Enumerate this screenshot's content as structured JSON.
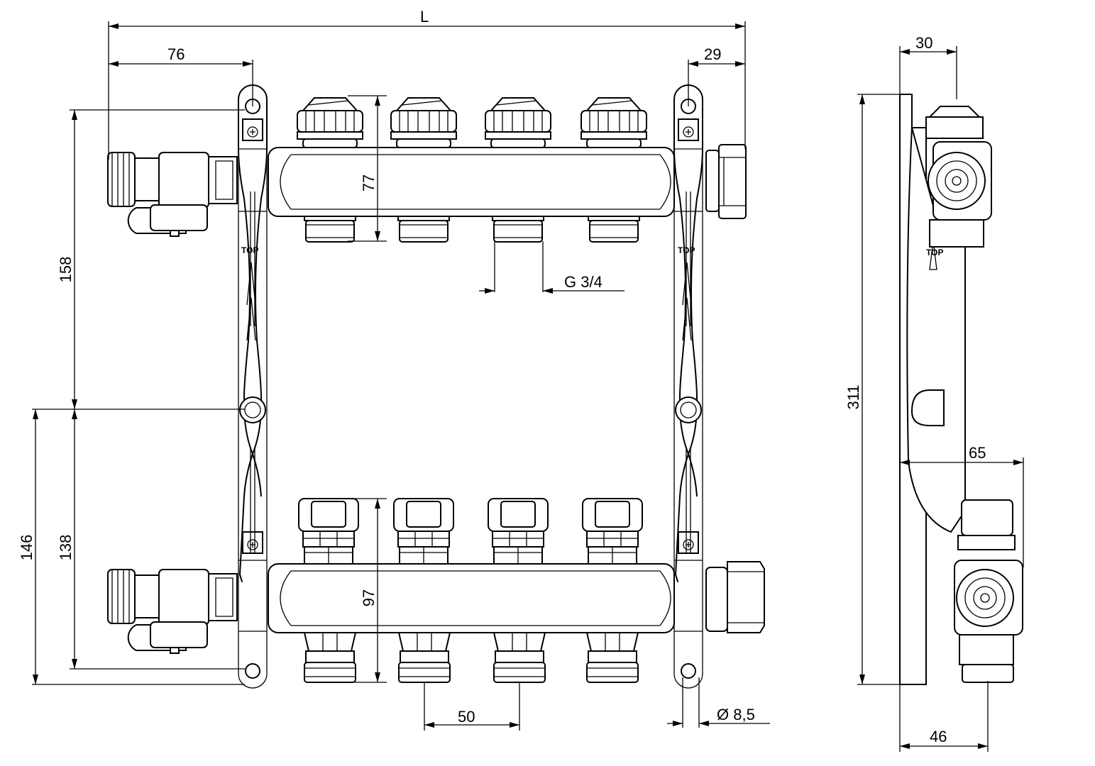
{
  "drawing": {
    "front_view": {
      "dimensions": {
        "overall_length": "L",
        "left_offset": "76",
        "right_offset": "29",
        "supply_bar_height": "77",
        "outlet_thread": "G 3/4",
        "upper_height": "158",
        "lower_total_height": "146",
        "lower_height": "138",
        "return_bar_height": "97",
        "outlet_spacing": "50",
        "mount_hole_diameter": "Ø 8,5"
      },
      "bracket_label": "TOP",
      "outlets_per_bar": 4
    },
    "side_view": {
      "dimensions": {
        "top_depth": "30",
        "total_height": "311",
        "lower_depth": "65",
        "bottom_depth": "46"
      },
      "bracket_label": "TOP"
    },
    "line_color": "#000000",
    "background_color": "#ffffff"
  }
}
